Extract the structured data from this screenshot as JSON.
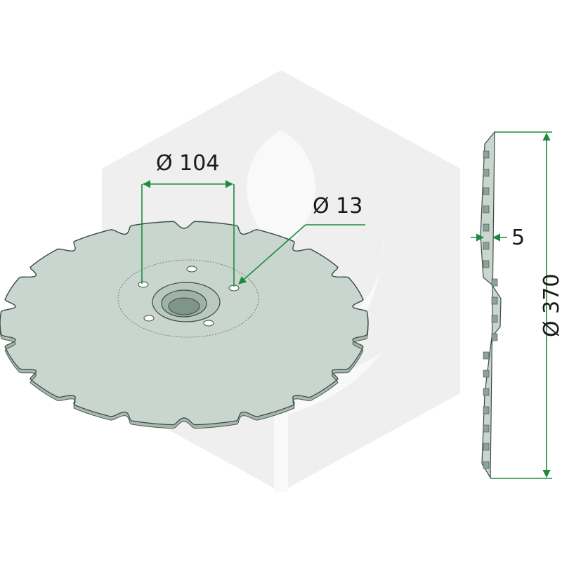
{
  "drawing": {
    "labels": {
      "bolt_circle": "Ø 104",
      "hole_diameter": "Ø 13",
      "thickness": "5",
      "disc_diameter": "Ø 370"
    },
    "colors": {
      "disc_fill": "#c8d6cf",
      "disc_stroke": "#3a4a42",
      "dimension": "#1f8a3c",
      "watermark": "#ececec",
      "text": "#1a1a1a"
    },
    "watermark_icon": "hexagon-leaf-logo"
  }
}
